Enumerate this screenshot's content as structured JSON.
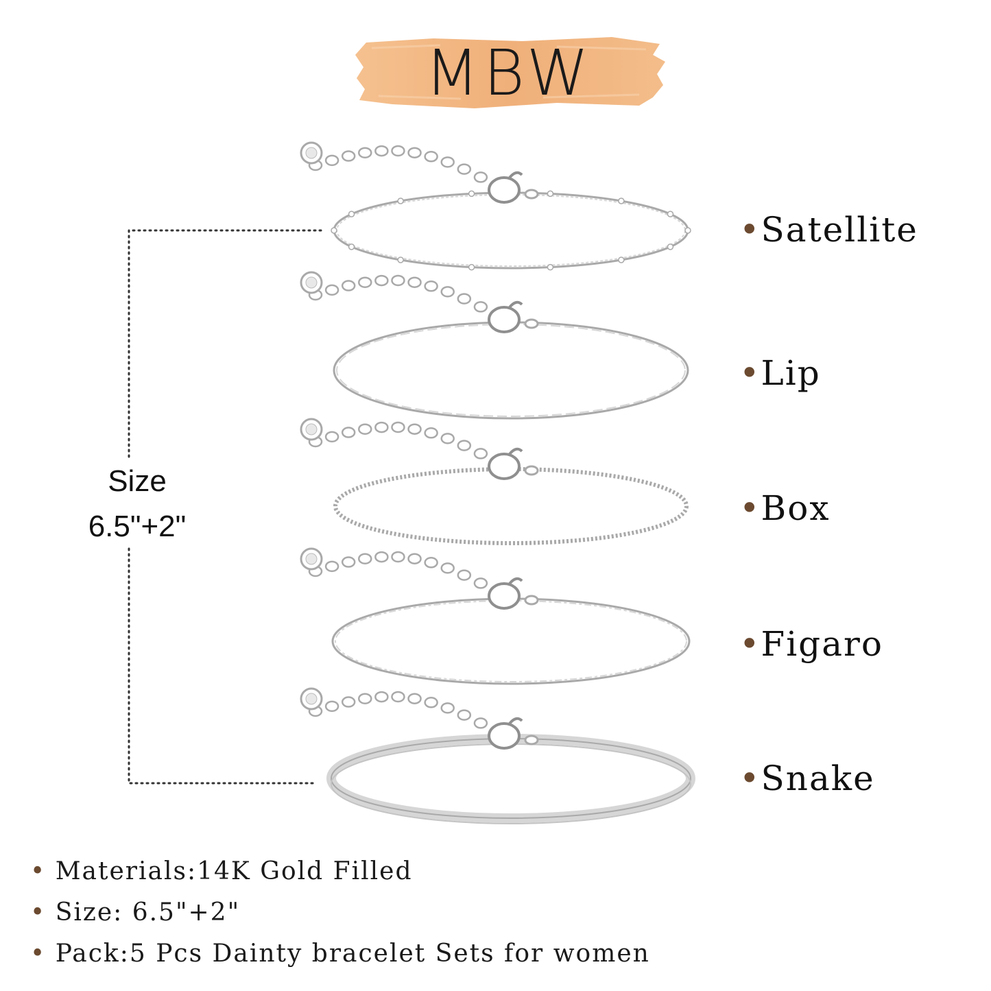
{
  "brand": {
    "logo_text": "MBW",
    "accent_color": "#f2b27a"
  },
  "size_annotation": {
    "line1": "Size",
    "line2": "6.5\"+2\""
  },
  "bracelets": [
    {
      "name": "Satellite",
      "chain": "satellite"
    },
    {
      "name": "Lip",
      "chain": "lip"
    },
    {
      "name": "Box",
      "chain": "box"
    },
    {
      "name": "Figaro",
      "chain": "figaro"
    },
    {
      "name": "Snake",
      "chain": "snake"
    }
  ],
  "bullet": "•",
  "specs": [
    "Materials:14K Gold Filled",
    "Size: 6.5\"+2\"",
    "Pack:5 Pcs Dainty bracelet Sets for women"
  ],
  "colors": {
    "silver": "#a9a9a9",
    "silver_light": "#d6d6d6",
    "bullet": "#6b4a30",
    "dotted_line": "#333333"
  }
}
